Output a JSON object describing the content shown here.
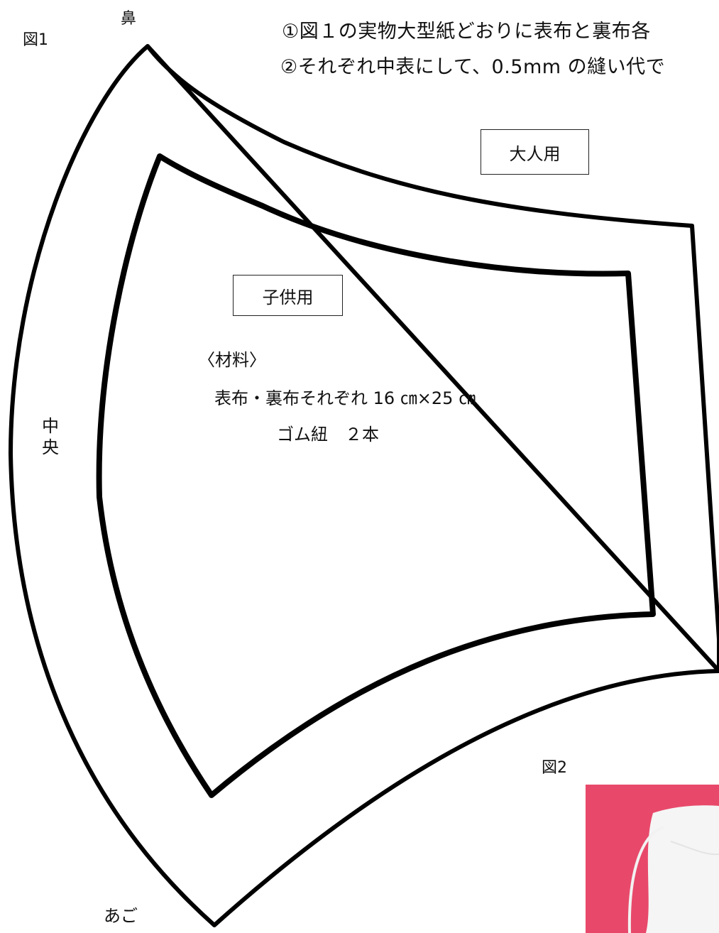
{
  "header": {
    "partial_title": "作り方",
    "step1": "①図１の実物大型紙どおりに表布と裏布各",
    "step2": "②それぞれ中表にして、0.5mm の縫い代で"
  },
  "figure1": {
    "label": "図1",
    "top_label": "鼻",
    "bottom_label": "あご",
    "side_label": [
      "中",
      "央"
    ],
    "outer_label": "大人用",
    "inner_label": "子供用"
  },
  "materials": {
    "heading": "〈材料〉",
    "line1": "表布・裏布それぞれ 16 ㎝×25 ㎝",
    "line2": "ゴム紐　２本"
  },
  "figure2": {
    "label": "図2",
    "photo_bg_color": "#e8496a"
  }
}
